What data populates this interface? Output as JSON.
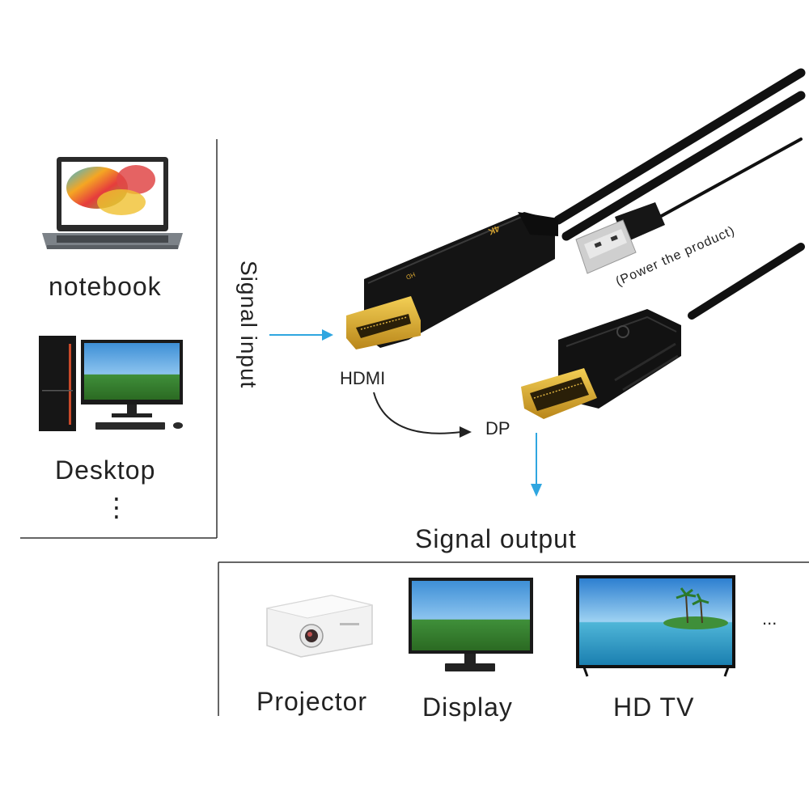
{
  "inputs": {
    "signal_label": "Signal input",
    "devices": [
      {
        "label": "notebook",
        "icon": "laptop-icon"
      },
      {
        "label": "Desktop",
        "icon": "desktop-pc-icon"
      }
    ],
    "more": "⋮"
  },
  "cable": {
    "hdmi_label": "HDMI",
    "dp_label": "DP",
    "power_label": "(Power the product)",
    "adapter_markings": {
      "big": "4K",
      "small": "HD"
    }
  },
  "outputs": {
    "signal_label": "Signal output",
    "devices": [
      {
        "label": "Projector",
        "icon": "projector-icon"
      },
      {
        "label": "Display",
        "icon": "monitor-icon"
      },
      {
        "label": "HD TV",
        "icon": "tv-icon"
      }
    ],
    "more": "..."
  },
  "colors": {
    "arrow": "#2fa6e0",
    "cable": "#111111",
    "gold": "#d9a521",
    "border": "#333333"
  }
}
